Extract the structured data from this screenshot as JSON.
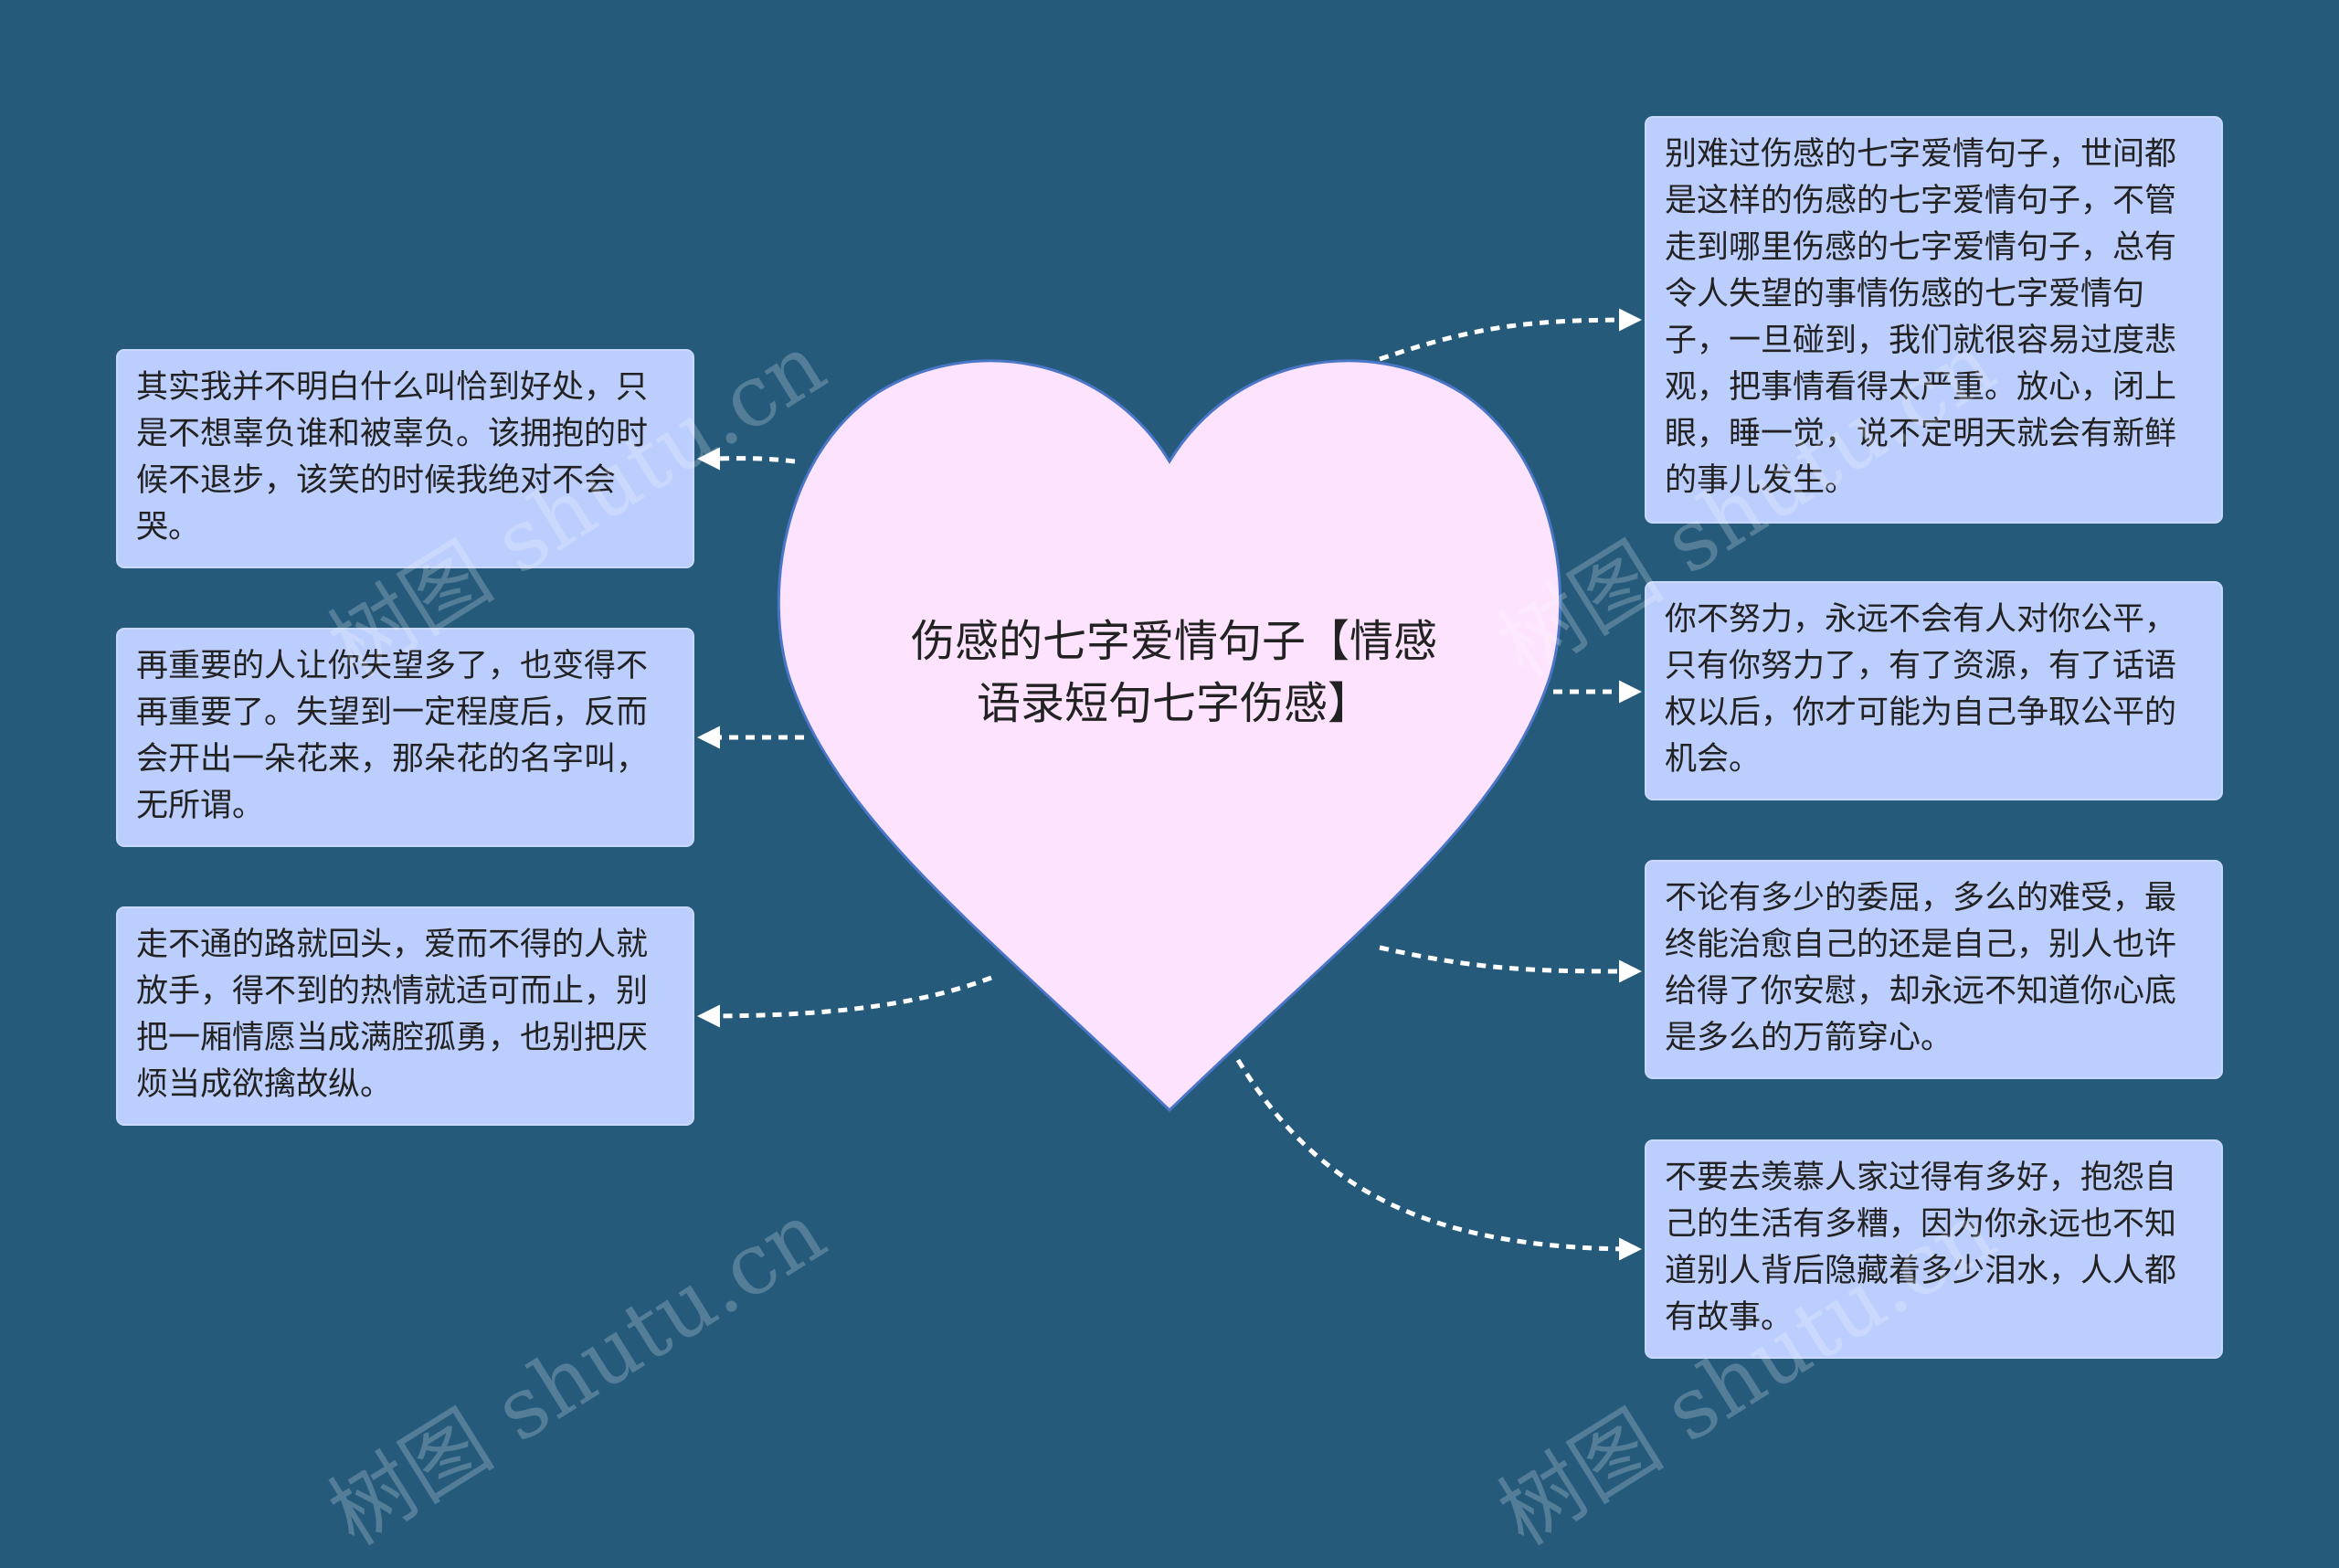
{
  "center": {
    "title": "伤感的七字爱情句子【情感语录短句七字伤感】"
  },
  "left_nodes": [
    {
      "text": "其实我并不明白什么叫恰到好处，只是不想辜负谁和被辜负。该拥抱的时候不退步，该笑的时候我绝对不会哭。"
    },
    {
      "text": "再重要的人让你失望多了，也变得不再重要了。失望到一定程度后，反而会开出一朵花来，那朵花的名字叫，无所谓。"
    },
    {
      "text": "走不通的路就回头，爱而不得的人就放手，得不到的热情就适可而止，别把一厢情愿当成满腔孤勇，也别把厌烦当成欲擒故纵。"
    }
  ],
  "right_nodes": [
    {
      "text": "别难过伤感的七字爱情句子，世间都是这样的伤感的七字爱情句子，不管走到哪里伤感的七字爱情句子，总有令人失望的事情伤感的七字爱情句子，一旦碰到，我们就很容易过度悲观，把事情看得太严重。放心，闭上眼，睡一觉，说不定明天就会有新鲜的事儿发生。"
    },
    {
      "text": "你不努力，永远不会有人对你公平，只有你努力了，有了资源，有了话语权以后，你才可能为自己争取公平的机会。"
    },
    {
      "text": "不论有多少的委屈，多么的难受，最终能治愈自己的还是自己，别人也许给得了你安慰，却永远不知道你心底是多么的万箭穿心。"
    },
    {
      "text": "不要去羡慕人家过得有多好，抱怨自己的生活有多糟，因为你永远也不知道别人背后隐藏着多少泪水，人人都有故事。"
    }
  ],
  "watermark": "树图 shutu.cn",
  "colors": {
    "background": "#255a7b",
    "node_fill": "#bccefd",
    "heart_fill": "#fde3fd",
    "heart_stroke": "#4a76c8",
    "connector": "#ffffff"
  }
}
